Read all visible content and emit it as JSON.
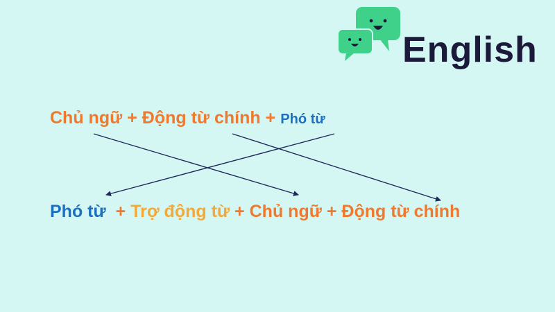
{
  "brand": {
    "name": "English",
    "colors": {
      "bubble_green": "#3fd18a",
      "text_dark": "#1c1a3a"
    },
    "icon": "chat-bubbles-smiley-icon"
  },
  "formula_statement": {
    "subject": "Chủ ngữ",
    "plus1": "+",
    "main_verb": "Động từ chính",
    "plus2": "+",
    "adverb": "Phó từ"
  },
  "formula_inverted": {
    "adverb": "Phó từ",
    "plus1": "+",
    "auxiliary": "Trợ động từ",
    "plus2": "+",
    "subject": "Chủ ngữ",
    "plus3": "+",
    "main_verb": "Động từ chính"
  },
  "colors": {
    "background": "#d5f7f3",
    "orange": "#ef7a2f",
    "yellow": "#f2a93b",
    "blue": "#1d6fc0",
    "arrow": "#1f2a5a"
  }
}
